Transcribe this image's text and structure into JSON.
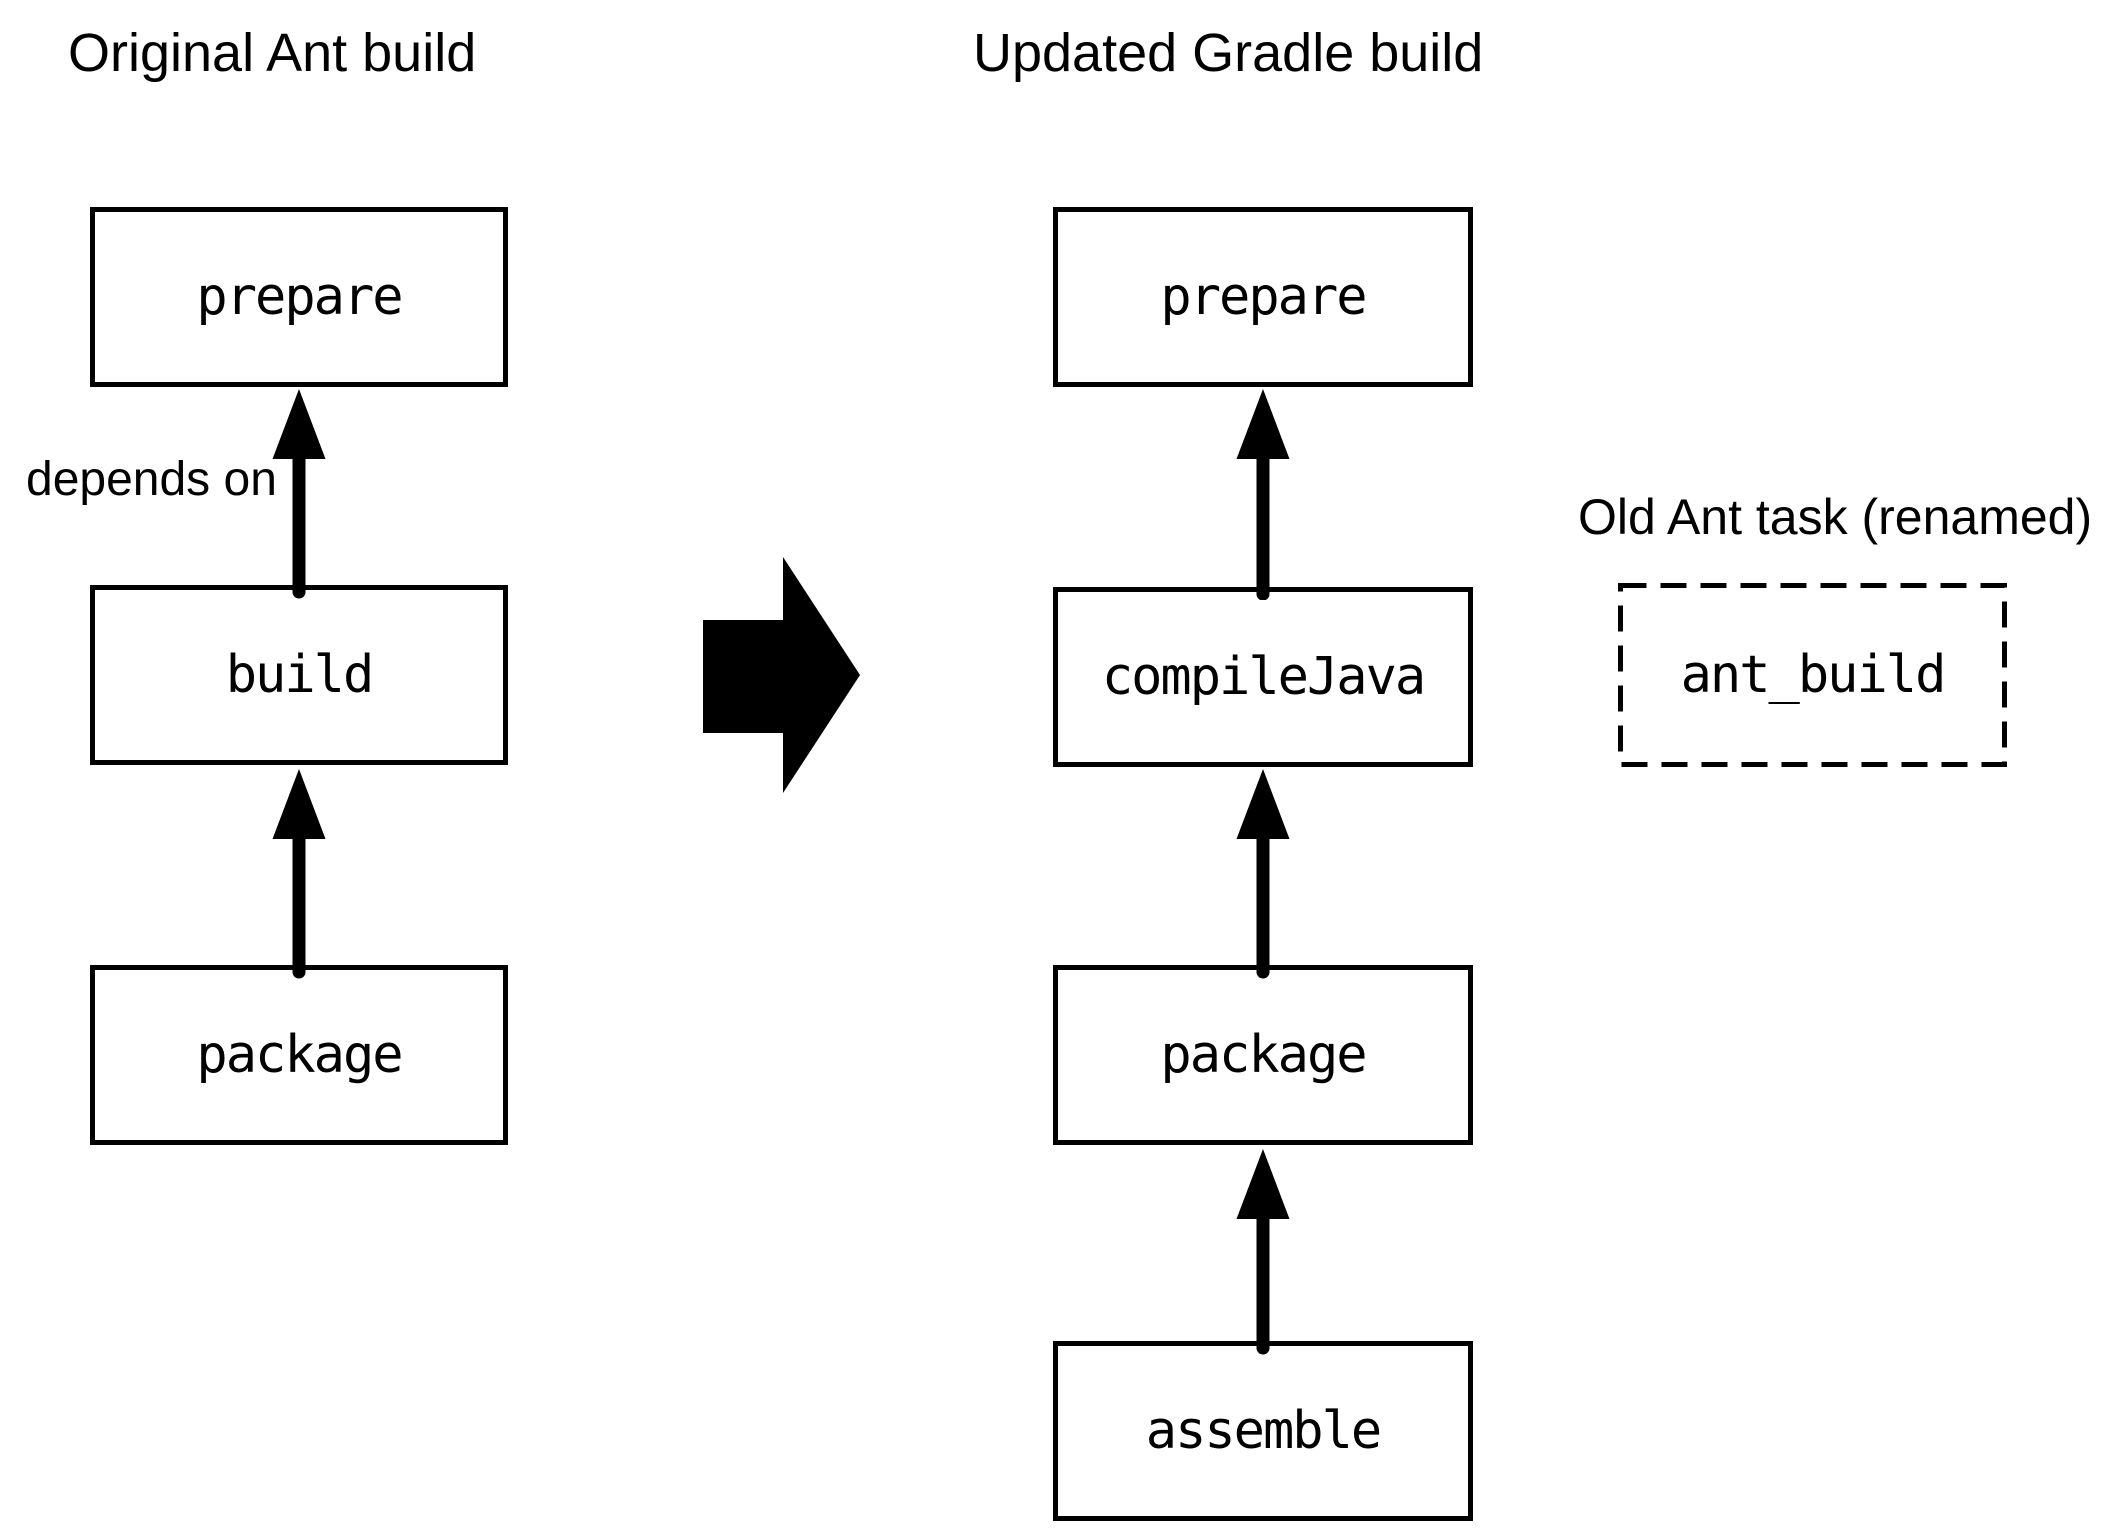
{
  "colors": {
    "ink": "#000000",
    "background": "#ffffff"
  },
  "left_panel": {
    "title": "Original Ant build",
    "dependency_label": "depends on",
    "nodes": [
      "prepare",
      "build",
      "package"
    ]
  },
  "right_panel": {
    "title": "Updated Gradle build",
    "nodes": [
      "prepare",
      "compileJava",
      "package",
      "assemble"
    ]
  },
  "legend": {
    "label": "Old Ant task (renamed)",
    "node": "ant_build"
  },
  "icons": {
    "dependency_arrow": "up-arrow",
    "transform_arrow": "right-block-arrow"
  }
}
